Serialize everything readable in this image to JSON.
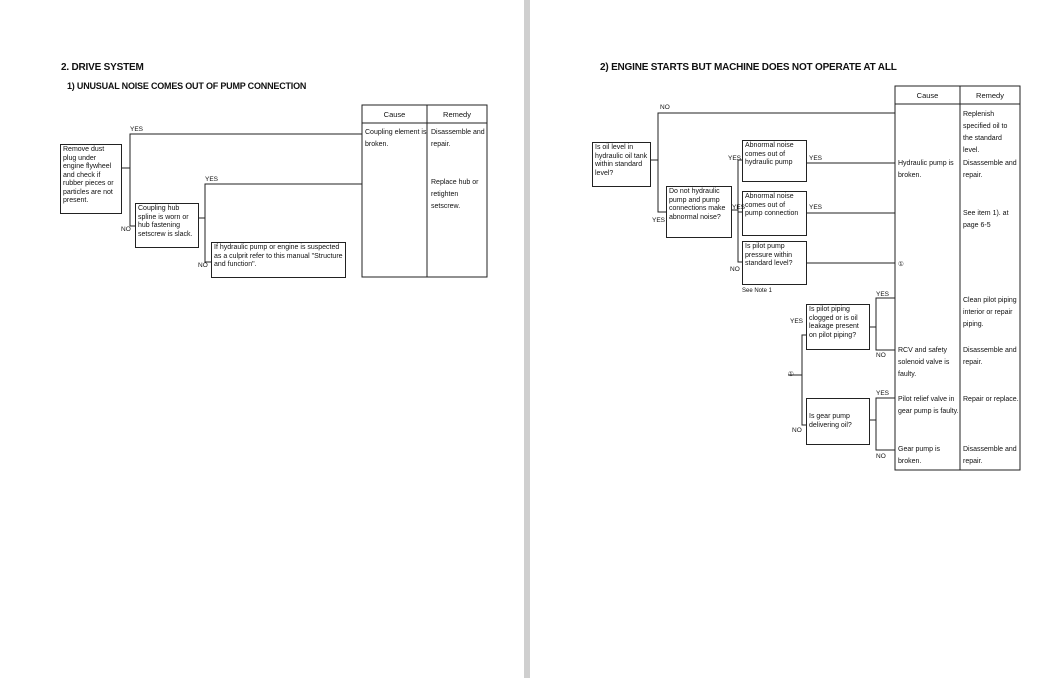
{
  "left": {
    "title": "2. DRIVE SYSTEM",
    "subtitle": "1) UNUSUAL NOISE COMES OUT OF PUMP CONNECTION",
    "table": {
      "cause_header": "Cause",
      "remedy_header": "Remedy"
    },
    "boxes": {
      "remove_dust": "Remove dust plug under engine flywheel and check if rubber pieces or particles are not present.",
      "coupling_hub": "Coupling hub spline is worn or hub fastening setscrew is slack.",
      "hydraulic_pump": "If hydraulic pump or engine is suspected as a culprit refer to this manual \"Structure and function\"."
    },
    "labels": {
      "yes1": "YES",
      "yes2": "YES",
      "no1": "NO",
      "no2": "NO"
    },
    "cause1": "Coupling element is broken.",
    "remedy1": "Disassemble and repair.",
    "remedy2": "Replace hub or retighten setscrew."
  },
  "right": {
    "title": "2) ENGINE STARTS BUT MACHINE DOES NOT OPERATE AT ALL",
    "table": {
      "cause_header": "Cause",
      "remedy_header": "Remedy"
    },
    "boxes": {
      "oil_level": "Is oil level in hydraulic oil tank within standard level?",
      "do_not_hydraulic": "Do not hydraulic pump and pump connections make abnormal noise?",
      "abnormal_noise_pump": "Abnormal noise comes out of hydraulic pump",
      "abnormal_noise_conn": "Abnormal noise comes out of pump connection",
      "pilot_pressure": "Is pilot pump pressure within standard level?",
      "pilot_piping": "Is pilot piping clogged or is oil leakage present on pilot piping?",
      "gear_pump": "Is gear pump delivering oil?"
    },
    "see_note": "See Note 1",
    "labels": {
      "no_top": "NO",
      "yes_a": "YES",
      "yes_b": "YES",
      "yes_c": "YES",
      "yes_d": "YES",
      "yes_e": "YES",
      "no_b": "NO",
      "yes_f": "YES",
      "yes_g": "YES",
      "no_c": "NO",
      "yes_h": "YES",
      "no_d": "NO",
      "no_e": "NO"
    },
    "circle_mark": "①",
    "causes": {
      "hydraulic_pump_broken": "Hydraulic pump is broken.",
      "rcv": "RCV and safety solenoid valve is faulty.",
      "pilot_relief": "Pilot relief valve in gear pump is faulty.",
      "gear_pump_broken": "Gear pump is broken."
    },
    "remedies": {
      "replenish": "Replenish specified oil to the standard level.",
      "disassemble1": "Disassemble and repair.",
      "see_item": "See item 1). at page 6-5",
      "clean_pilot": "Clean pilot piping interior or repair piping.",
      "disassemble2": "Disassemble and repair.",
      "repair_replace": "Repair or replace.",
      "disassemble3": "Disassemble and repair."
    }
  }
}
